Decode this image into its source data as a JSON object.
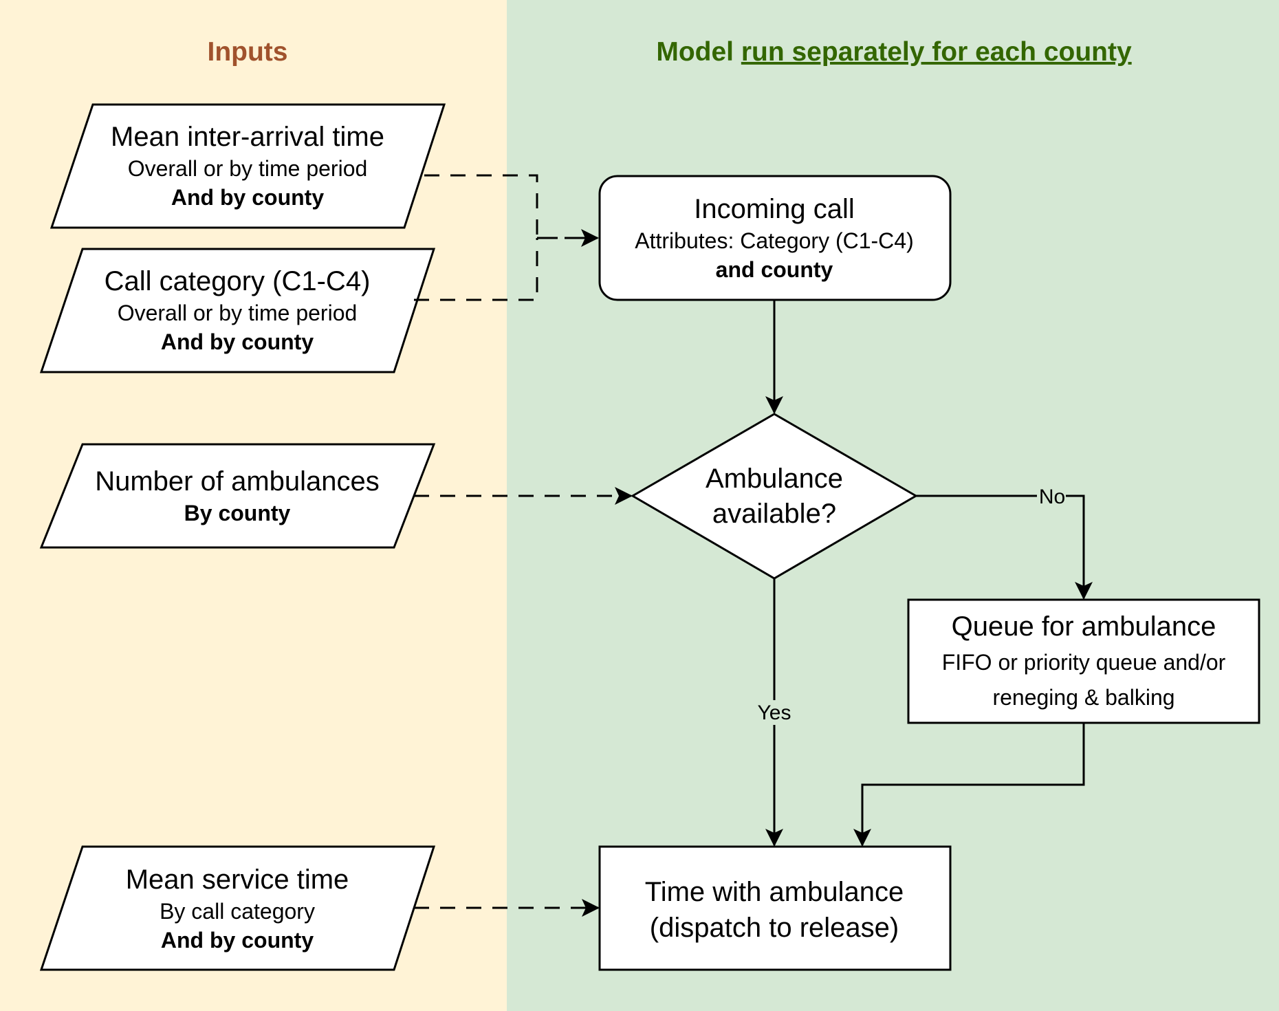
{
  "lanes": {
    "inputs": {
      "title": "Inputs",
      "color": "#a0522d",
      "background": "#fff3d6"
    },
    "model": {
      "title_prefix": "Model ",
      "title_underlined": "run separately for each county",
      "color": "#336600",
      "background": "#d5e8d4"
    }
  },
  "inputs": [
    {
      "title": "Mean inter-arrival time",
      "subtitle": "Overall or by time period",
      "bold": "And by county"
    },
    {
      "title": "Call category (C1-C4)",
      "subtitle": "Overall or by time period",
      "bold": "And by county"
    },
    {
      "title": "Number of ambulances",
      "subtitle": "",
      "bold": "By county"
    },
    {
      "title": "Mean service time",
      "subtitle": "By call category",
      "bold": "And by county"
    }
  ],
  "process": {
    "incoming_call": {
      "title": "Incoming call",
      "subtitle": "Attributes: Category (C1-C4)",
      "bold": "and county"
    },
    "decision": {
      "line1": "Ambulance",
      "line2": "available?"
    },
    "queue": {
      "title": "Queue for ambulance",
      "line2": "FIFO or priority queue and/or",
      "line3": "reneging & balking"
    },
    "service": {
      "line1": "Time with ambulance",
      "line2": "(dispatch to release)"
    }
  },
  "edge_labels": {
    "yes": "Yes",
    "no": "No"
  }
}
